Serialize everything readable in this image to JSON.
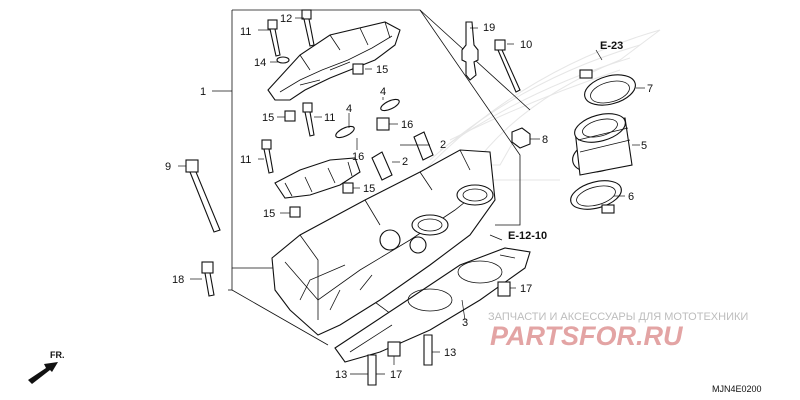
{
  "callouts": [
    "11",
    "12",
    "14",
    "15",
    "1",
    "15",
    "11",
    "4",
    "4",
    "16",
    "16",
    "2",
    "2",
    "11",
    "9",
    "15",
    "15",
    "19",
    "10",
    "7",
    "8",
    "5",
    "6",
    "18",
    "17",
    "3",
    "13",
    "13",
    "17"
  ],
  "refs": {
    "e23": "E-23",
    "e1210": "E-12-10"
  },
  "watermark": {
    "subtitle": "ЗАПЧАСТИ И АКСЕССУАРЫ ДЛЯ МОТОТЕХНИКИ",
    "brand": "PARTSFOR.RU"
  },
  "diagram_code": "MJN4E0200",
  "front_label": "FR.",
  "colors": {
    "line": "#111111",
    "watermark_text": "#bdbdbd",
    "watermark_brand": "#e3a4a4"
  }
}
